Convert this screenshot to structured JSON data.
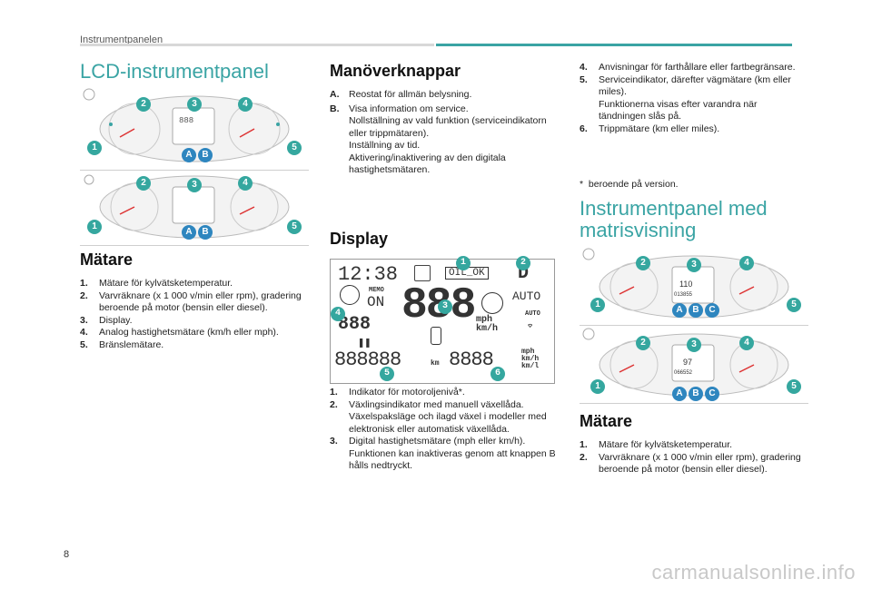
{
  "header": {
    "section": "Instrumentpanelen",
    "accent_color": "#3aa4a4"
  },
  "page_number": "8",
  "watermark": "carmanualsonline.info",
  "col1": {
    "title": "LCD-instrumentpanel",
    "meters_title": "Mätare",
    "meters": [
      {
        "n": "1.",
        "t": "Mätare för kylvätsketemperatur."
      },
      {
        "n": "2.",
        "t": "Varvräknare (x 1 000 v/min eller rpm), gradering beroende på motor (bensin eller diesel)."
      },
      {
        "n": "3.",
        "t": "Display."
      },
      {
        "n": "4.",
        "t": "Analog hastighetsmätare (km/h eller mph)."
      },
      {
        "n": "5.",
        "t": "Bränslemätare."
      }
    ]
  },
  "col2": {
    "controls_title": "Manöverknappar",
    "controls": [
      {
        "n": "A.",
        "t": "Reostat för allmän belysning."
      },
      {
        "n": "B.",
        "t": "Visa information om service.\nNollställning av vald funktion (serviceindikatorn eller trippmätaren).\nInställning av tid.\nAktivering/inaktivering av den digitala hastighetsmätaren."
      }
    ],
    "display_title": "Display",
    "display_readouts": {
      "clock": "12:38",
      "oil": "OIL_OK",
      "memo": "MEMO",
      "on": "ON",
      "speed": "888",
      "unit_mph_kmh": "mph\nkm/h",
      "gear": "D",
      "auto": "AUTO",
      "auto_small": "AUTO",
      "left_digits": "888",
      "odometer": "888888",
      "km": "km",
      "trip": "8888",
      "unit_triple": "mph\nkm/h\nkm/l"
    },
    "display_items": [
      {
        "n": "1.",
        "t": "Indikator för motoroljenivå*."
      },
      {
        "n": "2.",
        "t": "Växlingsindikator med manuell växellåda.\nVäxelspaksläge och ilagd växel i modeller med elektronisk eller automatisk växellåda."
      },
      {
        "n": "3.",
        "t": "Digital hastighetsmätare (mph eller km/h).\nFunktionen kan inaktiveras genom att knappen B hålls nedtryckt."
      }
    ]
  },
  "col3": {
    "items": [
      {
        "n": "4.",
        "t": "Anvisningar för farthållare eller fartbegränsare."
      },
      {
        "n": "5.",
        "t": "Serviceindikator, därefter vägmätare (km eller miles).\nFunktionerna visas efter varandra när tändningen slås på."
      },
      {
        "n": "6.",
        "t": "Trippmätare (km eller miles)."
      }
    ],
    "footnote": "*  beroende på version.",
    "matrix_title": "Instrumentpanel med\nmatrisvisning",
    "meters_title": "Mätare",
    "meters": [
      {
        "n": "1.",
        "t": "Mätare för kylvätsketemperatur."
      },
      {
        "n": "2.",
        "t": "Varvräknare (x 1 000 v/min eller rpm), gradering beroende på motor (bensin eller diesel)."
      }
    ],
    "matrix_readouts": {
      "speed1": "110",
      "odo1": "013855",
      "speed2": "97",
      "odo2": "066552"
    }
  },
  "markers": {
    "n1": "1",
    "n2": "2",
    "n3": "3",
    "n4": "4",
    "n5": "5",
    "n6": "6",
    "a": "A",
    "b": "B",
    "c": "C"
  }
}
